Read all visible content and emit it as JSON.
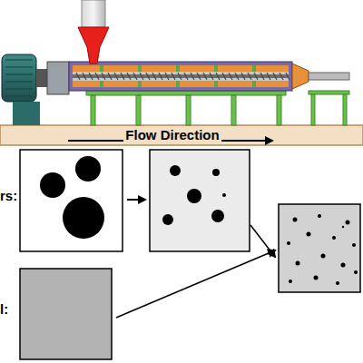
{
  "diagram": {
    "labels": [
      "Flow Direction",
      "rs:",
      "l:"
    ]
  }
}
